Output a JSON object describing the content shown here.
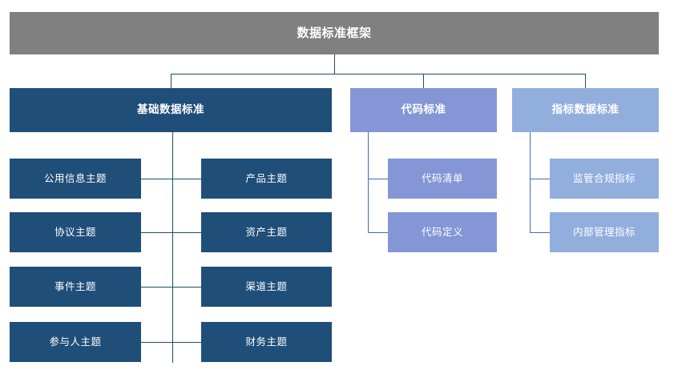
{
  "diagram": {
    "title_node": {
      "label": "数据标准框架",
      "color": "#808080"
    },
    "level2": [
      {
        "label": "基础数据标准",
        "color": "#1f4e79"
      },
      {
        "label": "代码标准",
        "color": "#8496d6"
      },
      {
        "label": "指标数据标准",
        "color": "#92aedd"
      }
    ],
    "basic_children": [
      {
        "label": "公用信息主题",
        "color": "#1f4e79"
      },
      {
        "label": "产品主题",
        "color": "#1f4e79"
      },
      {
        "label": "协议主题",
        "color": "#1f4e79"
      },
      {
        "label": "资产主题",
        "color": "#1f4e79"
      },
      {
        "label": "事件主题",
        "color": "#1f4e79"
      },
      {
        "label": "渠道主题",
        "color": "#1f4e79"
      },
      {
        "label": "参与人主题",
        "color": "#1f4e79"
      },
      {
        "label": "财务主题",
        "color": "#1f4e79"
      }
    ],
    "code_children": [
      {
        "label": "代码清单",
        "color": "#8496d6"
      },
      {
        "label": "代码定义",
        "color": "#8496d6"
      }
    ],
    "indicator_children": [
      {
        "label": "监管合规指标",
        "color": "#92aedd"
      },
      {
        "label": "内部管理指标",
        "color": "#92aedd"
      }
    ],
    "connector_color": "#1f4e6d",
    "connector_color_branch": "#3b6fb8"
  }
}
